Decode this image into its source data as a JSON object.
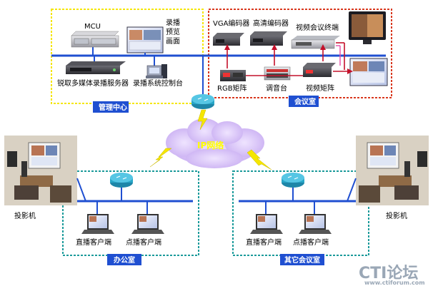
{
  "management_center": {
    "mcu_label": "MCU",
    "recording_preview_label": "录播\n预览\n画面",
    "capture_server_label": "锐取多媒体录播服务器",
    "control_station_label": "录播系统控制台",
    "zone_label": "管理中心"
  },
  "conference_room": {
    "vga_encoder_label": "VGA编码器",
    "hd_encoder_label": "高清编码器",
    "terminal_label": "视频会议终端",
    "rgb_matrix_label": "RGB矩阵",
    "mixer_label": "调音台",
    "video_matrix_label": "视频矩阵",
    "zone_label": "会议室"
  },
  "network": {
    "cloud_label": "IP网络"
  },
  "office": {
    "projector_label": "投影机",
    "live_client_label": "直播客户端",
    "vod_client_label": "点播客户端",
    "zone_label": "办公室"
  },
  "other_rooms": {
    "projector_label": "投影机",
    "live_client_label": "直播客户端",
    "vod_client_label": "点播客户端",
    "zone_label": "其它会议室"
  },
  "watermark": {
    "brand": "CTI论坛",
    "url": "www.ctiforum.com"
  },
  "colors": {
    "mgmt_border": "#f5e600",
    "conf_border": "#d9381e",
    "lan_border": "#1a9a9a",
    "bus": "#1f4fd1",
    "zone_label_bg": "#1f4fd1",
    "cloud": "#d4bdf5",
    "router": "#28a6c7"
  }
}
